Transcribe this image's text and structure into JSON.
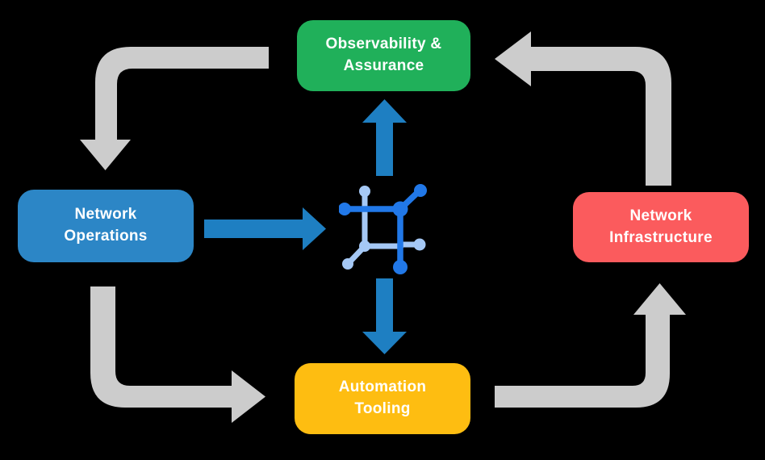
{
  "background_color": "#000000",
  "nodes": [
    {
      "id": "observability-assurance",
      "line1": "Observability &",
      "line2": "Assurance",
      "color": "#20B05A"
    },
    {
      "id": "network-operations",
      "line1": "Network",
      "line2": "Operations",
      "color": "#2C86C6"
    },
    {
      "id": "network-infrastructure",
      "line1": "Network",
      "line2": "Infrastructure",
      "color": "#FB5B5D"
    },
    {
      "id": "automation-tooling",
      "line1": "Automation",
      "line2": "Tooling",
      "color": "#FEBD11"
    }
  ],
  "center_icon": {
    "name": "network-mesh-icon",
    "dark_color": "#2178E8",
    "light_color": "#A5C8F5"
  },
  "arrows": {
    "cycle_color": "#CCCCCC",
    "link_color": "#1E7FC2",
    "outer_cycle": [
      {
        "from": "Observability & Assurance",
        "to": "Network Operations"
      },
      {
        "from": "Network Operations",
        "to": "Automation Tooling"
      },
      {
        "from": "Automation Tooling",
        "to": "Network Infrastructure"
      },
      {
        "from": "Network Infrastructure",
        "to": "Observability & Assurance"
      }
    ],
    "center_links": [
      {
        "from": "Network Operations",
        "to": "center-icon"
      },
      {
        "from": "center-icon",
        "to": "Observability & Assurance"
      },
      {
        "from": "center-icon",
        "to": "Automation Tooling"
      }
    ]
  }
}
